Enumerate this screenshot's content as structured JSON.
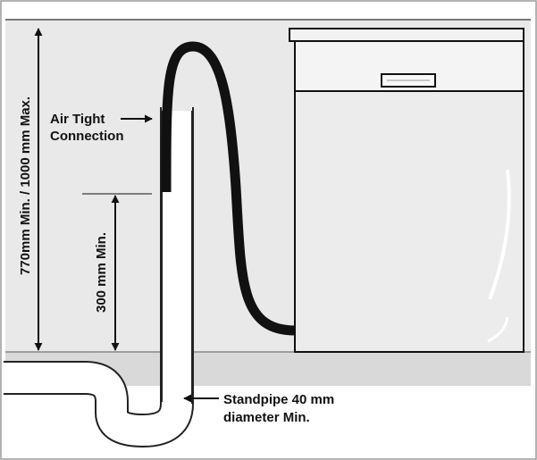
{
  "labels": {
    "total_height": "770mm Min. / 1000 mm Max.",
    "min_height": "300 mm Min.",
    "air_tight_line1": "Air Tight",
    "air_tight_line2": "Connection",
    "standpipe_line1": "Standpipe 40 mm",
    "standpipe_line2": "diameter Min."
  },
  "colors": {
    "wall": "#e9e9e9",
    "counter": "#dcdcdc",
    "floor_band": "#d8d8d8",
    "outline": "#111111",
    "dishwasher_body": "#ececec",
    "dishwasher_top": "#f4f4f4",
    "hose": "#111111",
    "pipe_fill": "#ffffff"
  },
  "icons": {
    "arrow": "arrow-head"
  }
}
